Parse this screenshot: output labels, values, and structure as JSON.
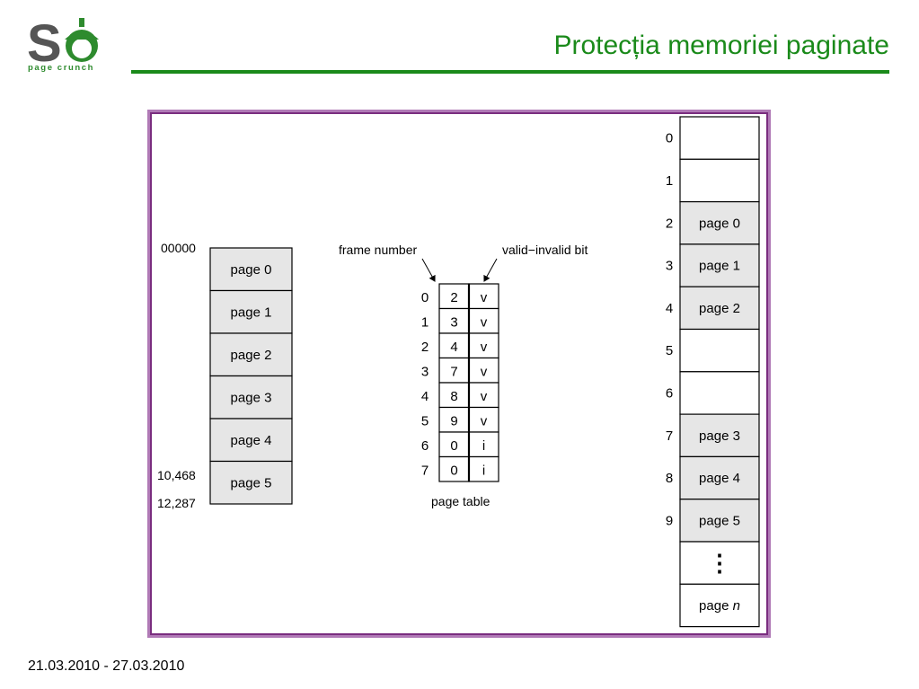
{
  "header": {
    "title": "Protecția memoriei paginate",
    "logo_text": "page crunch"
  },
  "footer": {
    "date_range": "21.03.2010 - 27.03.2010"
  },
  "diagram": {
    "logical_memory": {
      "start_address": "00000",
      "address_10468": "10,468",
      "address_12287": "12,287",
      "pages": [
        "page 0",
        "page 1",
        "page 2",
        "page 3",
        "page 4",
        "page 5"
      ]
    },
    "page_table": {
      "frame_number_label": "frame number",
      "valid_invalid_label": "valid−invalid bit",
      "caption": "page table",
      "rows": [
        {
          "index": "0",
          "frame": "2",
          "bit": "v"
        },
        {
          "index": "1",
          "frame": "3",
          "bit": "v"
        },
        {
          "index": "2",
          "frame": "4",
          "bit": "v"
        },
        {
          "index": "3",
          "frame": "7",
          "bit": "v"
        },
        {
          "index": "4",
          "frame": "8",
          "bit": "v"
        },
        {
          "index": "5",
          "frame": "9",
          "bit": "v"
        },
        {
          "index": "6",
          "frame": "0",
          "bit": "i"
        },
        {
          "index": "7",
          "frame": "0",
          "bit": "i"
        }
      ]
    },
    "physical_memory": {
      "frames": [
        {
          "index": "0",
          "label": "",
          "filled": false
        },
        {
          "index": "1",
          "label": "",
          "filled": false
        },
        {
          "index": "2",
          "label": "page 0",
          "filled": true
        },
        {
          "index": "3",
          "label": "page 1",
          "filled": true
        },
        {
          "index": "4",
          "label": "page 2",
          "filled": true
        },
        {
          "index": "5",
          "label": "",
          "filled": false
        },
        {
          "index": "6",
          "label": "",
          "filled": false
        },
        {
          "index": "7",
          "label": "page 3",
          "filled": true
        },
        {
          "index": "8",
          "label": "page 4",
          "filled": true
        },
        {
          "index": "9",
          "label": "page 5",
          "filled": true
        }
      ],
      "ellipsis": "⋮",
      "last_frame_prefix": "page ",
      "last_frame_var": "n"
    },
    "colors": {
      "filled": "#e6e6e6",
      "empty": "#ffffff",
      "border": "#000000"
    }
  }
}
